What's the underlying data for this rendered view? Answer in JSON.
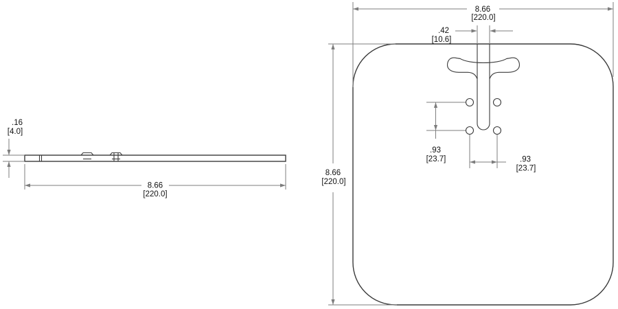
{
  "colors": {
    "object_line": "#3a3a3a",
    "dimension_line": "#7d7d7d",
    "text": "#111111",
    "background": "#ffffff"
  },
  "side_view": {
    "thickness_dim": {
      "inches": ".16",
      "mm": "[4.0]"
    },
    "width_dim": {
      "inches": "8.66",
      "mm": "[220.0]"
    }
  },
  "front_view": {
    "width_dim": {
      "inches": "8.66",
      "mm": "[220.0]"
    },
    "height_dim": {
      "inches": "8.66",
      "mm": "[220.0]"
    },
    "slot_width_dim": {
      "inches": ".42",
      "mm": "[10.6]"
    },
    "hole_pitch_vertical_dim": {
      "inches": ".93",
      "mm": "[23.7]"
    },
    "hole_pitch_horizontal_dim": {
      "inches": ".93",
      "mm": "[23.7]"
    }
  }
}
